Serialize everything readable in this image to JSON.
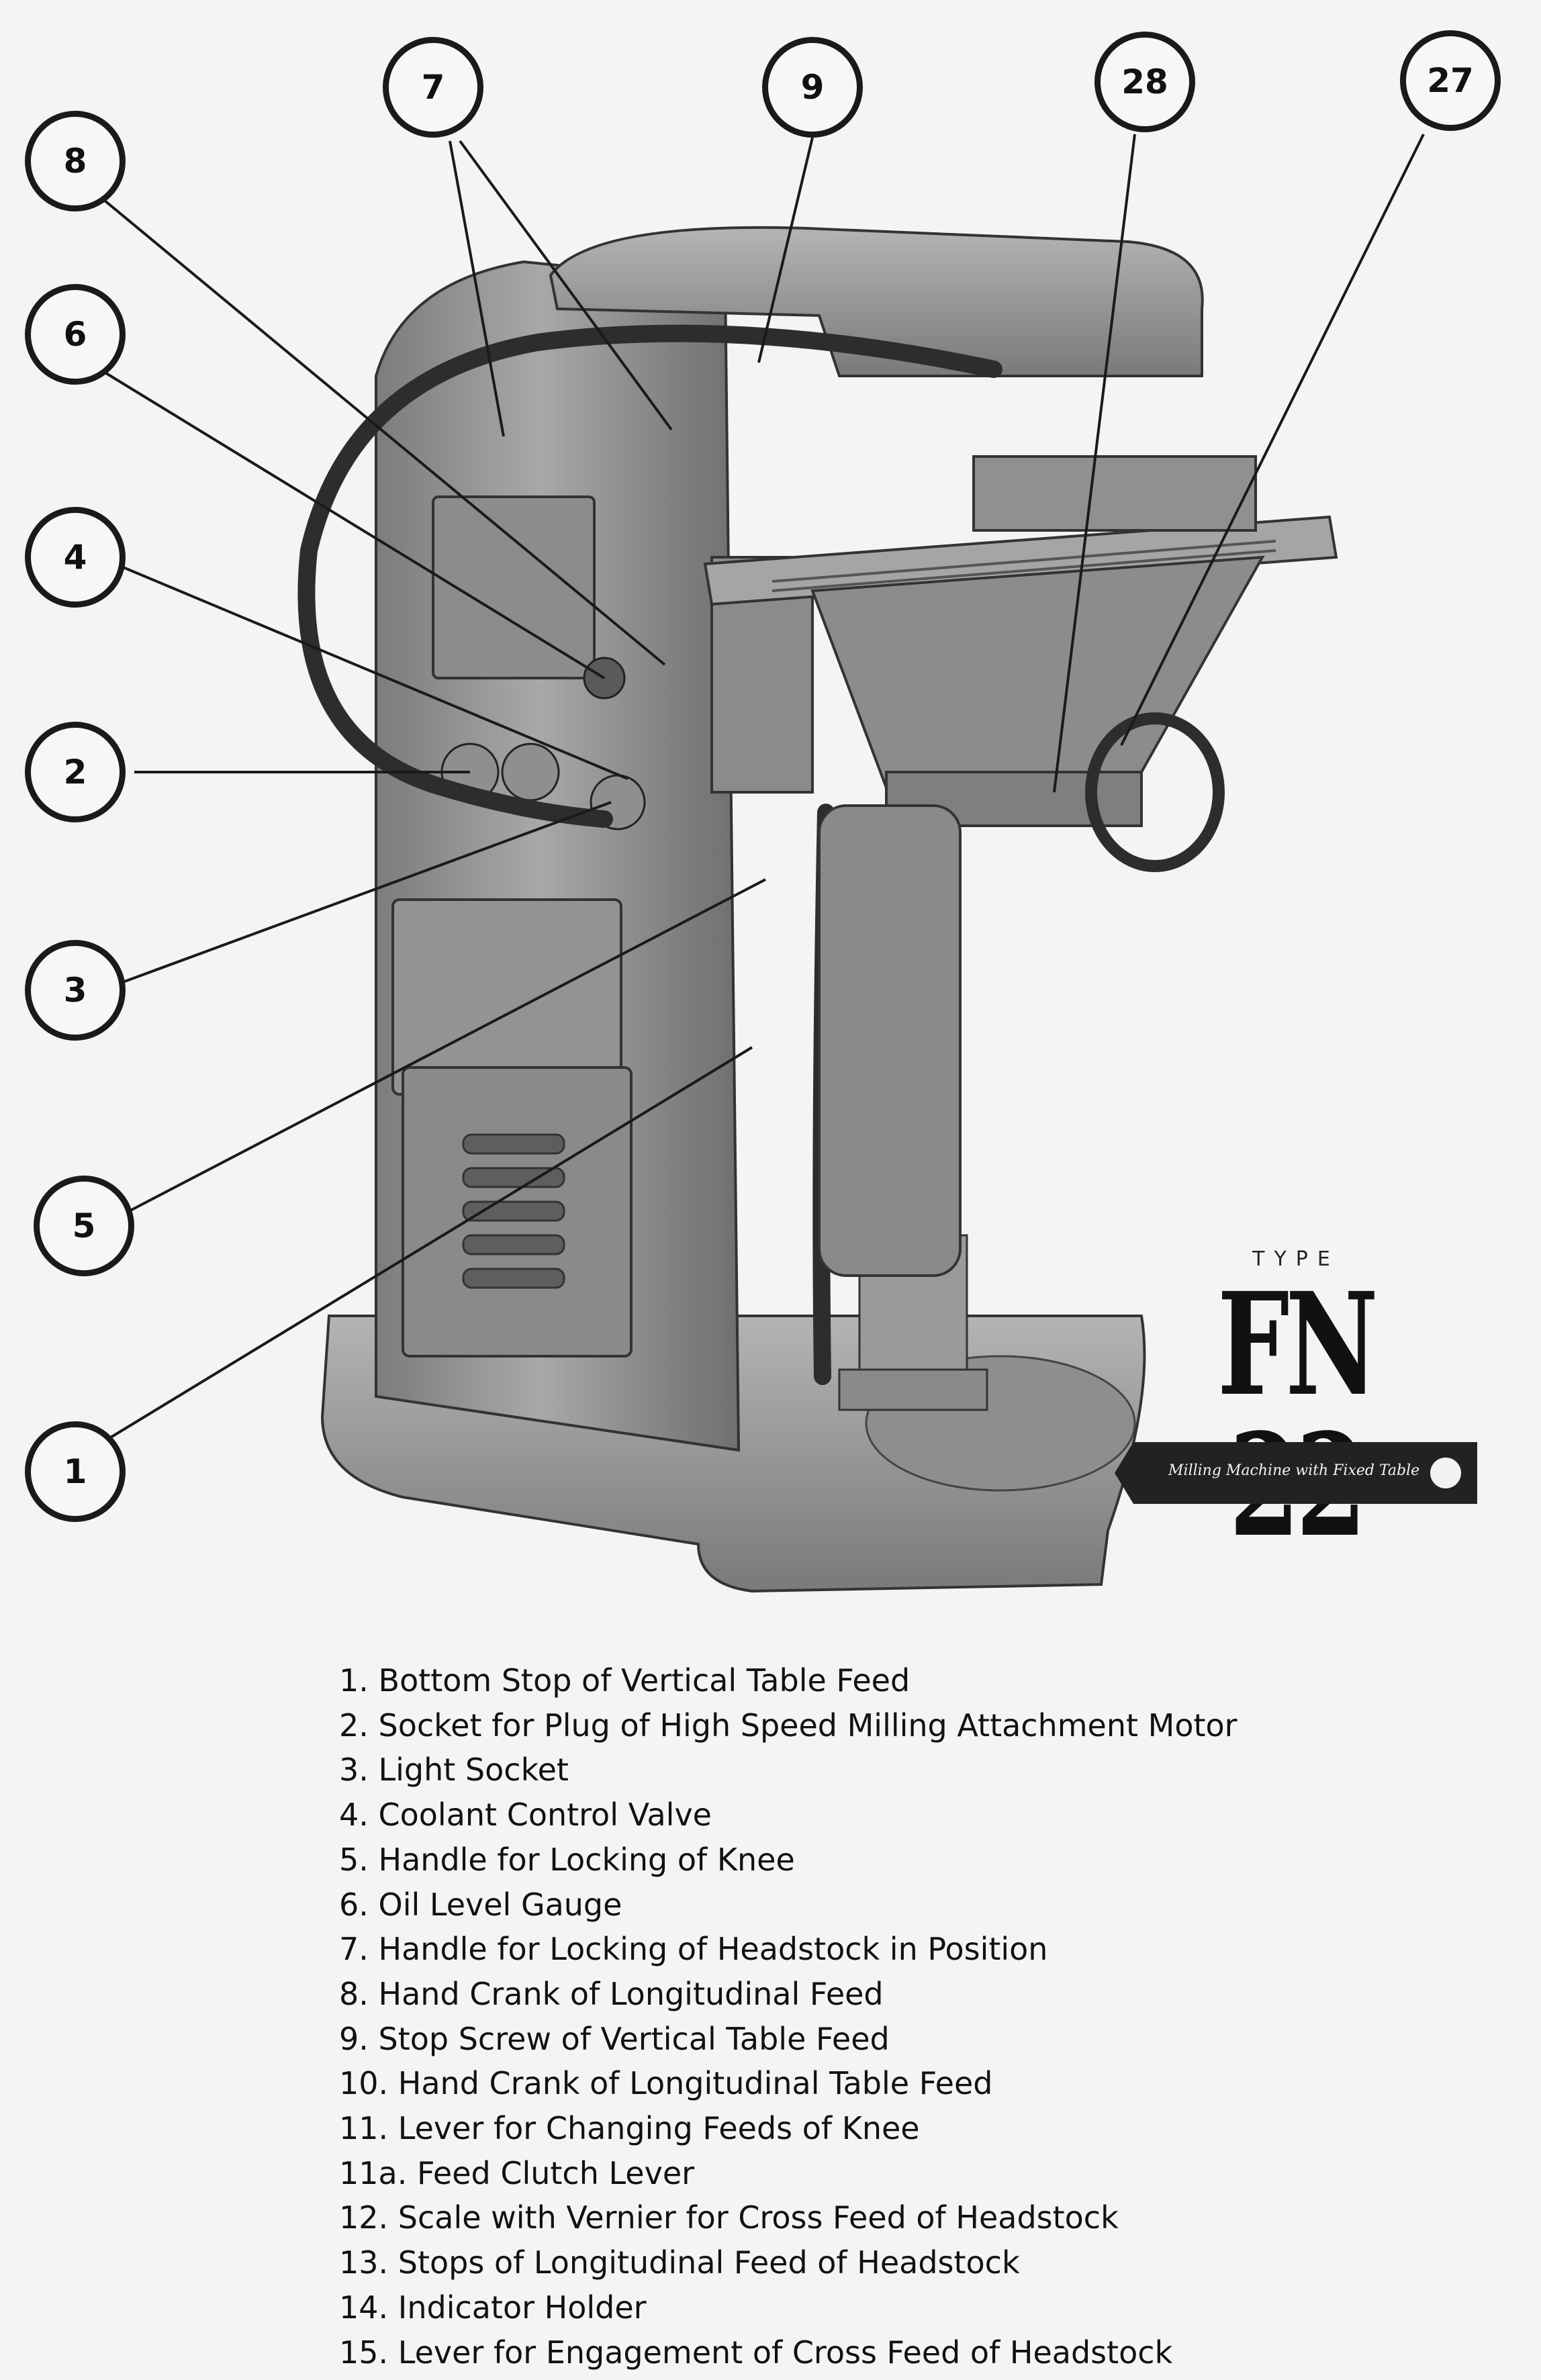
{
  "callouts": [
    "8",
    "7",
    "9",
    "28",
    "27",
    "6",
    "4",
    "2",
    "3",
    "5",
    "1"
  ],
  "type_block": {
    "label": "TYPE",
    "model": "FN 22",
    "subtitle": "Milling Machine with Fixed Table"
  },
  "legend": [
    "1. Bottom Stop of Vertical Table Feed",
    "2. Socket for Plug of High Speed Milling Attachment Motor",
    "3. Light Socket",
    "4. Coolant Control Valve",
    "5. Handle for Locking of Knee",
    "6. Oil Level Gauge",
    "7. Handle for Locking of Headstock in Position",
    "8. Hand Crank of Longitudinal Feed",
    "9. Stop Screw of Vertical Table Feed",
    "10. Hand Crank of Longitudinal Table Feed",
    "11. Lever for Changing Feeds of Knee",
    "11a. Feed Clutch Lever",
    "12. Scale with Vernier for Cross Feed of Headstock",
    "13. Stops of Longitudinal Feed of Headstock",
    "14. Indicator Holder",
    "15. Lever for Engagement of Cross Feed of Headstock"
  ]
}
